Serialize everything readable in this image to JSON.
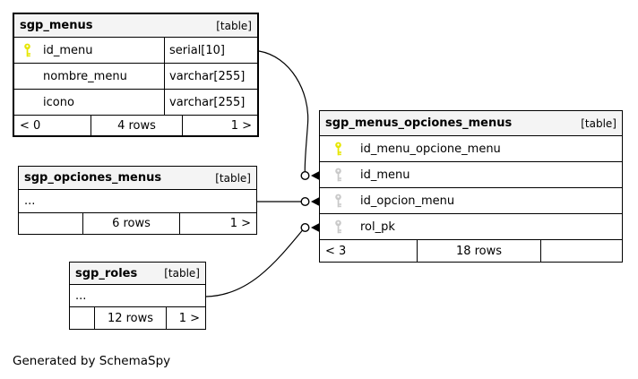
{
  "colors": {
    "primary_key": "#e6e600",
    "foreign_key": "#c9c9c9",
    "header_bg": "#f4f4f4",
    "border": "#000000",
    "background": "#ffffff"
  },
  "footer_note": "Generated by SchemaSpy",
  "tables": {
    "sgp_menus": {
      "name": "sgp_menus",
      "badge": "[table]",
      "columns": [
        {
          "name": "id_menu",
          "type": "serial[10]",
          "key": "primary"
        },
        {
          "name": "nombre_menu",
          "type": "varchar[255]",
          "key": "none"
        },
        {
          "name": "icono",
          "type": "varchar[255]",
          "key": "none"
        }
      ],
      "footer": {
        "left": "< 0",
        "center": "4 rows",
        "right": "1 >"
      }
    },
    "sgp_menus_opciones_menus": {
      "name": "sgp_menus_opciones_menus",
      "badge": "[table]",
      "columns": [
        {
          "name": "id_menu_opcione_menu",
          "key": "primary"
        },
        {
          "name": "id_menu",
          "key": "foreign"
        },
        {
          "name": "id_opcion_menu",
          "key": "foreign"
        },
        {
          "name": "rol_pk",
          "key": "foreign"
        }
      ],
      "footer": {
        "left": "< 3",
        "center": "18 rows",
        "right": ""
      }
    },
    "sgp_opciones_menus": {
      "name": "sgp_opciones_menus",
      "badge": "[table]",
      "collapsed_columns": "...",
      "footer": {
        "left": "",
        "center": "6 rows",
        "right": "1 >"
      }
    },
    "sgp_roles": {
      "name": "sgp_roles",
      "badge": "[table]",
      "collapsed_columns": "...",
      "footer": {
        "left": "",
        "center": "12 rows",
        "right": "1 >"
      }
    }
  },
  "relationships": [
    {
      "from": "sgp_menus.id_menu",
      "to": "sgp_menus_opciones_menus.id_menu"
    },
    {
      "from": "sgp_opciones_menus",
      "to": "sgp_menus_opciones_menus.id_opcion_menu"
    },
    {
      "from": "sgp_roles",
      "to": "sgp_menus_opciones_menus.rol_pk"
    }
  ]
}
